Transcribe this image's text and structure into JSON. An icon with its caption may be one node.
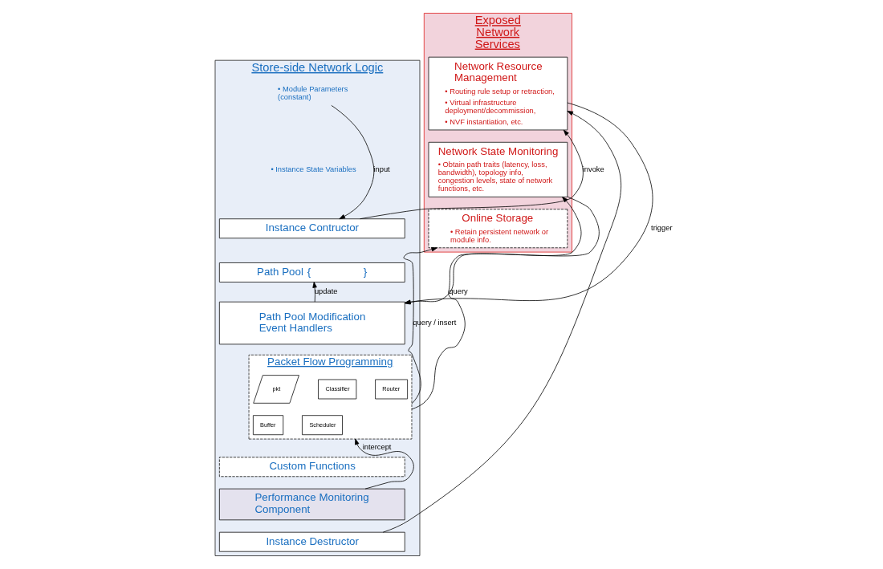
{
  "diagram": {
    "nodes": [
      {
        "text": [
          "Store-side Network Logic"
        ]
      },
      {
        "text": [
          "• Module Parameters (constant)"
        ],
        "in": 0
      },
      {
        "text": [
          "• Instance State Variables"
        ],
        "in": 0
      },
      {
        "text": [
          "Instance Contructor"
        ],
        "in": 0
      },
      {
        "text": [
          "Path Pool",
          "{",
          "}"
        ],
        "in": 0
      },
      {
        "text": [
          "Path Pool Modification Event Handlers"
        ],
        "in": 0
      },
      {
        "text": [
          "Packet Flow Programming"
        ],
        "in": 0
      },
      {
        "text": [
          "pkt"
        ],
        "in": 6
      },
      {
        "text": [
          "Classifier"
        ],
        "in": 6
      },
      {
        "text": [
          "Router"
        ],
        "in": 6
      },
      {
        "text": [
          "Buffer"
        ],
        "in": 6
      },
      {
        "text": [
          "Scheduler"
        ],
        "in": 6
      },
      {
        "text": [
          "Custom Functions"
        ],
        "in": 0
      },
      {
        "text": [
          "Performance Monitoring Component"
        ],
        "in": 0
      },
      {
        "text": [
          "Instance Destructor"
        ],
        "in": 0
      },
      {
        "text": [
          "Exposed Network Services"
        ]
      },
      {
        "text": [
          "Network Resource Management",
          "• Routing rule setup or retraction,",
          "• Virtual infrastructure deployment/decommission,",
          "• NVF instantiation, etc."
        ],
        "in": 15
      },
      {
        "text": [
          "Network State Monitoring",
          "• Obtain path traits (latency, loss, bandwidth), topology info, congestion levels, state of network functions, etc."
        ],
        "in": 15
      },
      {
        "text": [
          "Online Storage",
          "• Retain persistent network or module info."
        ],
        "in": 15
      }
    ],
    "edges": [
      {
        "from": 1,
        "to": 3,
        "arrow": "to",
        "label": "input"
      },
      {
        "from": 5,
        "to": 4,
        "arrow": "to",
        "label": "update"
      },
      {
        "from": 13,
        "to": 6,
        "arrow": "to",
        "label": "intercept"
      },
      {
        "from": 3,
        "to": 16,
        "arrow": "to",
        "label": "invoke"
      },
      {
        "from": 14,
        "to": 16,
        "arrow": "to"
      },
      {
        "from": 16,
        "to": 5,
        "arrow": "to",
        "label": "trigger"
      },
      {
        "from": 17,
        "to": 5,
        "arrow": "to"
      },
      {
        "from": 6,
        "to": 17,
        "arrow": "to",
        "label": "query"
      },
      {
        "from": 6,
        "to": 18,
        "arrow": "to",
        "label": "query / insert"
      }
    ]
  }
}
